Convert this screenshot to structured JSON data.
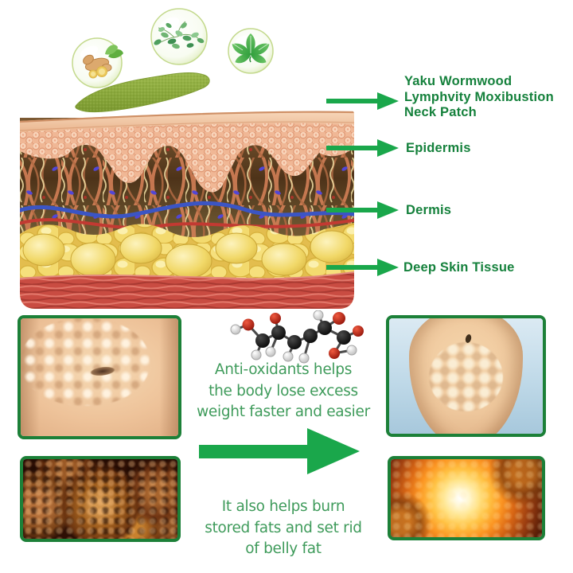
{
  "page": {
    "background": "#ffffff"
  },
  "palette": {
    "label_green": "#15813c",
    "body_text_green": "#3f9b5b",
    "arrow_green": "#1aa74b",
    "photo_border_green": "#1c8038",
    "patch_olive": "#8fae3f"
  },
  "callouts": [
    {
      "id": "patch",
      "lines": [
        "Yaku Wormwood",
        "Lymphvity Moxibustion",
        "Neck Patch"
      ]
    },
    {
      "id": "epidermis",
      "lines": [
        "Epidermis"
      ]
    },
    {
      "id": "dermis",
      "lines": [
        "Dermis"
      ]
    },
    {
      "id": "deep-tissue",
      "lines": [
        "Deep Skin Tissue"
      ]
    }
  ],
  "benefits": {
    "antioxidant_lines": [
      "Anti-oxidants helps",
      "the body lose excess",
      "weight faster and easier"
    ],
    "fat_burn_lines": [
      "It also helps burn",
      "stored fats and set rid",
      "of belly fat"
    ]
  },
  "icons": {
    "ginger_bubble": "ginger-root-bubble",
    "wormwood_bubble": "wormwood-sprig-bubble",
    "mint_bubble": "mint-leaves-bubble",
    "molecule": "ball-and-stick-antioxidant-molecule",
    "callout_arrow": "green-right-arrow",
    "big_arrow": "green-right-arrow-large"
  }
}
